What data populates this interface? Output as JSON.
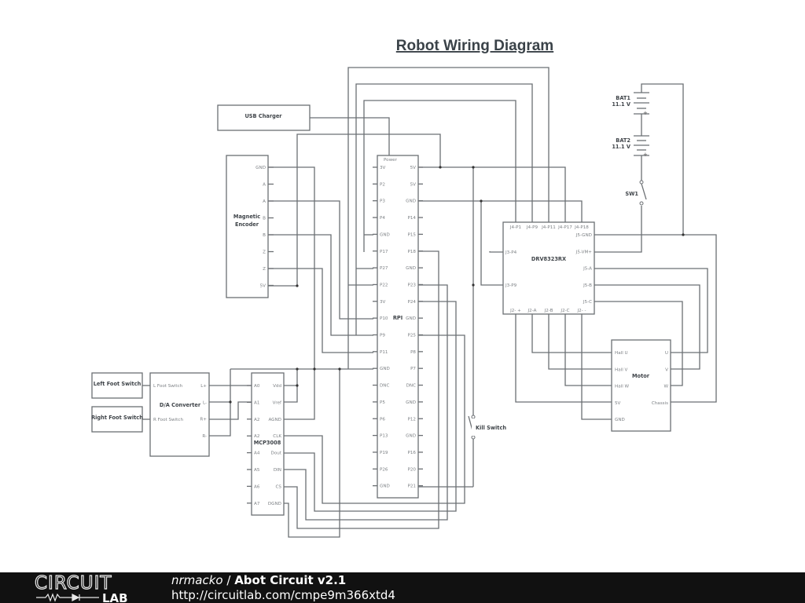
{
  "diagram": {
    "title": "Robot Wiring Diagram",
    "components": {
      "usb_charger": {
        "label": "USB Charger"
      },
      "encoder": {
        "label_line1": "Magnetic",
        "label_line2": "Encoder",
        "pins": [
          "GND",
          "A",
          "A",
          "B",
          "B",
          "Z",
          "Z",
          "5V"
        ]
      },
      "rpi": {
        "label": "RPI",
        "power_label": "Power",
        "left_pins": [
          "3V",
          "P2",
          "P3",
          "P4",
          "GND",
          "P17",
          "P27",
          "P22",
          "3V",
          "P10",
          "P9",
          "P11",
          "GND",
          "DNC",
          "P5",
          "P6",
          "P13",
          "P19",
          "P26",
          "GND"
        ],
        "right_pins": [
          "5V",
          "5V",
          "GND",
          "P14",
          "P15",
          "P18",
          "GND",
          "P23",
          "P24",
          "GND",
          "P25",
          "P8",
          "P7",
          "DNC",
          "GND",
          "P12",
          "GND",
          "P16",
          "P20",
          "P21"
        ]
      },
      "drv": {
        "label": "DRV8323RX",
        "top_pins": [
          "J4-P1",
          "J4-P9",
          "J4-P11",
          "J4-P17",
          "J4-P18"
        ],
        "left_pins": [
          "J3-P4",
          "J3-P9"
        ],
        "right_pins": [
          "J5-GND",
          "J5-VM+",
          "J5-A",
          "J5-B",
          "J5-C"
        ],
        "bottom_pins": [
          "J2- +",
          "J2-A",
          "J2-B",
          "J2-C",
          "J2- -"
        ]
      },
      "bat1": {
        "label": "BAT1",
        "value": "11.1 V"
      },
      "bat2": {
        "label": "BAT2",
        "value": "11.1 V"
      },
      "sw1": {
        "label": "SW1"
      },
      "kill_switch": {
        "label": "Kill Switch"
      },
      "motor": {
        "label": "Motor",
        "left_pins": [
          "Hall U",
          "Hall V",
          "Hall W",
          "5V",
          "GND"
        ],
        "right_pins": [
          "U",
          "V",
          "W",
          "Chassis"
        ]
      },
      "left_foot": {
        "label": "Left Foot Switch"
      },
      "right_foot": {
        "label": "Right Foot Switch"
      },
      "dac": {
        "label": "D/A Converter",
        "left_pins": [
          "L Foot Switch",
          "R Foot Switch"
        ],
        "right_pins": [
          "L+",
          "L-",
          "R+",
          "R-"
        ]
      },
      "mcp": {
        "label": "MCP3008",
        "left_pins": [
          "A0",
          "A1",
          "A2",
          "A2",
          "A4",
          "A5",
          "A6",
          "A7"
        ],
        "right_pins": [
          "Vdd",
          "Vref",
          "AGND",
          "CLK",
          "Dout",
          "DIN",
          "CS",
          "DGND"
        ]
      }
    }
  },
  "footer": {
    "logo_top": "CIRCUIT",
    "logo_bottom": "LAB",
    "author": "nrmacko",
    "separator": " / ",
    "circuit_name": "Abot Circuit v2.1",
    "url": "http://circuitlab.com/cmpe9m366xtd4"
  }
}
